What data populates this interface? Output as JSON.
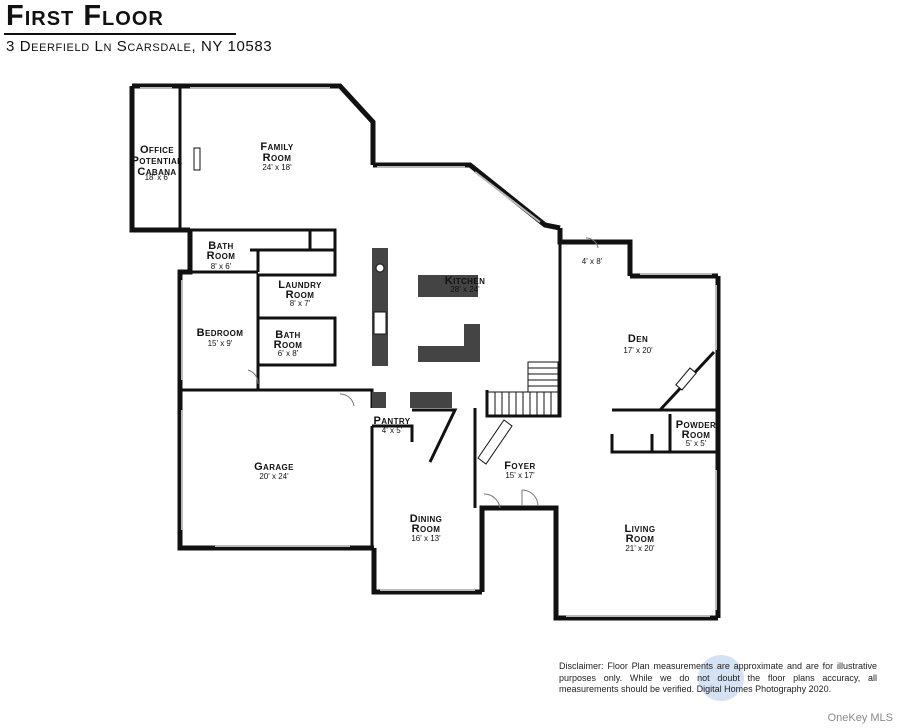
{
  "header": {
    "title": "First Floor",
    "address": "3 Deerfield Ln Scarsdale, NY 10583"
  },
  "rooms": {
    "office": {
      "name_lines": [
        "Office",
        "Potential",
        "Cabana"
      ],
      "dims": "18' x 6'"
    },
    "family_room": {
      "name_lines": [
        "Family",
        "Room"
      ],
      "dims": "24' x 18'"
    },
    "bath_1": {
      "name_lines": [
        "Bath",
        "Room"
      ],
      "dims": "8' x 6'"
    },
    "laundry": {
      "name_lines": [
        "Laundry",
        "Room"
      ],
      "dims": "8' x 7'"
    },
    "bedroom": {
      "name_lines": [
        "Bedroom"
      ],
      "dims": "15' x 9'"
    },
    "bath_2": {
      "name_lines": [
        "Bath",
        "Room"
      ],
      "dims": "6' x 8'"
    },
    "kitchen": {
      "name_lines": [
        "Kitchen"
      ],
      "dims": "28' x 24'"
    },
    "closet": {
      "name_lines": [],
      "dims": "4' x 8'"
    },
    "den": {
      "name_lines": [
        "Den"
      ],
      "dims": "17' x 20'"
    },
    "powder": {
      "name_lines": [
        "Powder",
        "Room"
      ],
      "dims": "5' x 5'"
    },
    "pantry": {
      "name_lines": [
        "Pantry"
      ],
      "dims": "4' x 5'"
    },
    "foyer": {
      "name_lines": [
        "Foyer"
      ],
      "dims": "15' x 17'"
    },
    "garage": {
      "name_lines": [
        "Garage"
      ],
      "dims": "20' x 24'"
    },
    "dining": {
      "name_lines": [
        "Dining",
        "Room"
      ],
      "dims": "16' x 13'"
    },
    "living": {
      "name_lines": [
        "Living",
        "Room"
      ],
      "dims": "21' x 20'"
    }
  },
  "footer": {
    "disclaimer": "Disclaimer: Floor Plan measurements are approximate and are for illustrative purposes only. While we do not doubt the floor plans accuracy, all measurements should be verified. Digital Homes Photography 2020.",
    "watermark": "OneKey MLS"
  },
  "colors": {
    "wall": "#111111",
    "counter": "#444444",
    "window": "#bbbbbb",
    "door": "#777777"
  }
}
